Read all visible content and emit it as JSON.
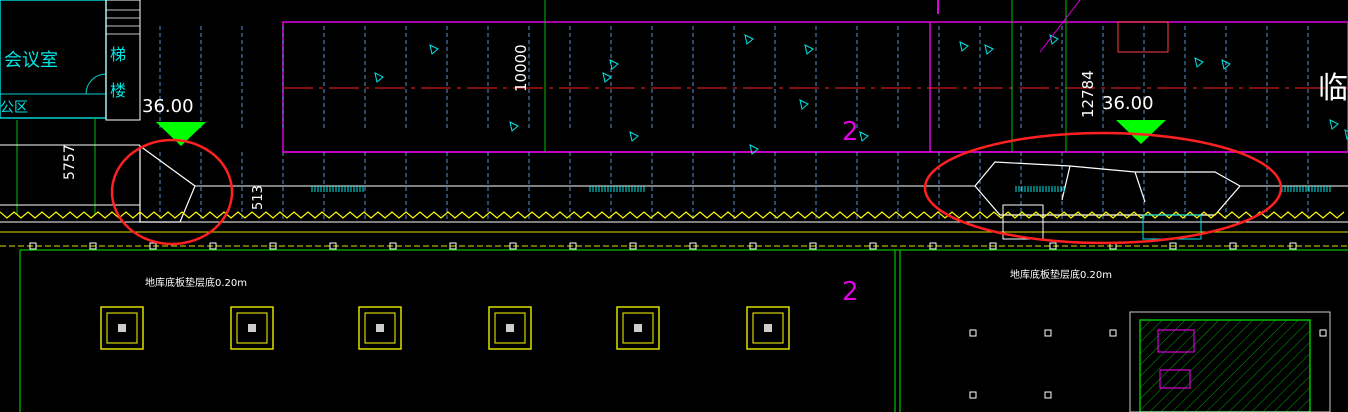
{
  "labels": {
    "meeting_room": "会议室",
    "office_area": "公区",
    "stair_top": "梯",
    "stair_bottom": "楼",
    "elevation_left": "36.00",
    "elevation_right": "36.00",
    "dim_5757": "5757",
    "dim_10000": "10000",
    "dim_12784": "12784",
    "dim_513": "513",
    "right_edge_char": "临",
    "garage_note_left": "地库底板垫层底0.20m",
    "garage_note_right": "地库底板垫层底0.20m",
    "mark_2_upper": "2",
    "mark_2_lower": "2"
  },
  "colors": {
    "background": "#000000",
    "white_line": "#ffffff",
    "magenta": "#e000e0",
    "red_axis": "#ff2020",
    "green": "#00d000",
    "cyan": "#00e5e5",
    "yellow": "#ffff00",
    "green_triangle": "#00ff00",
    "annotation_red": "#ff2020"
  }
}
